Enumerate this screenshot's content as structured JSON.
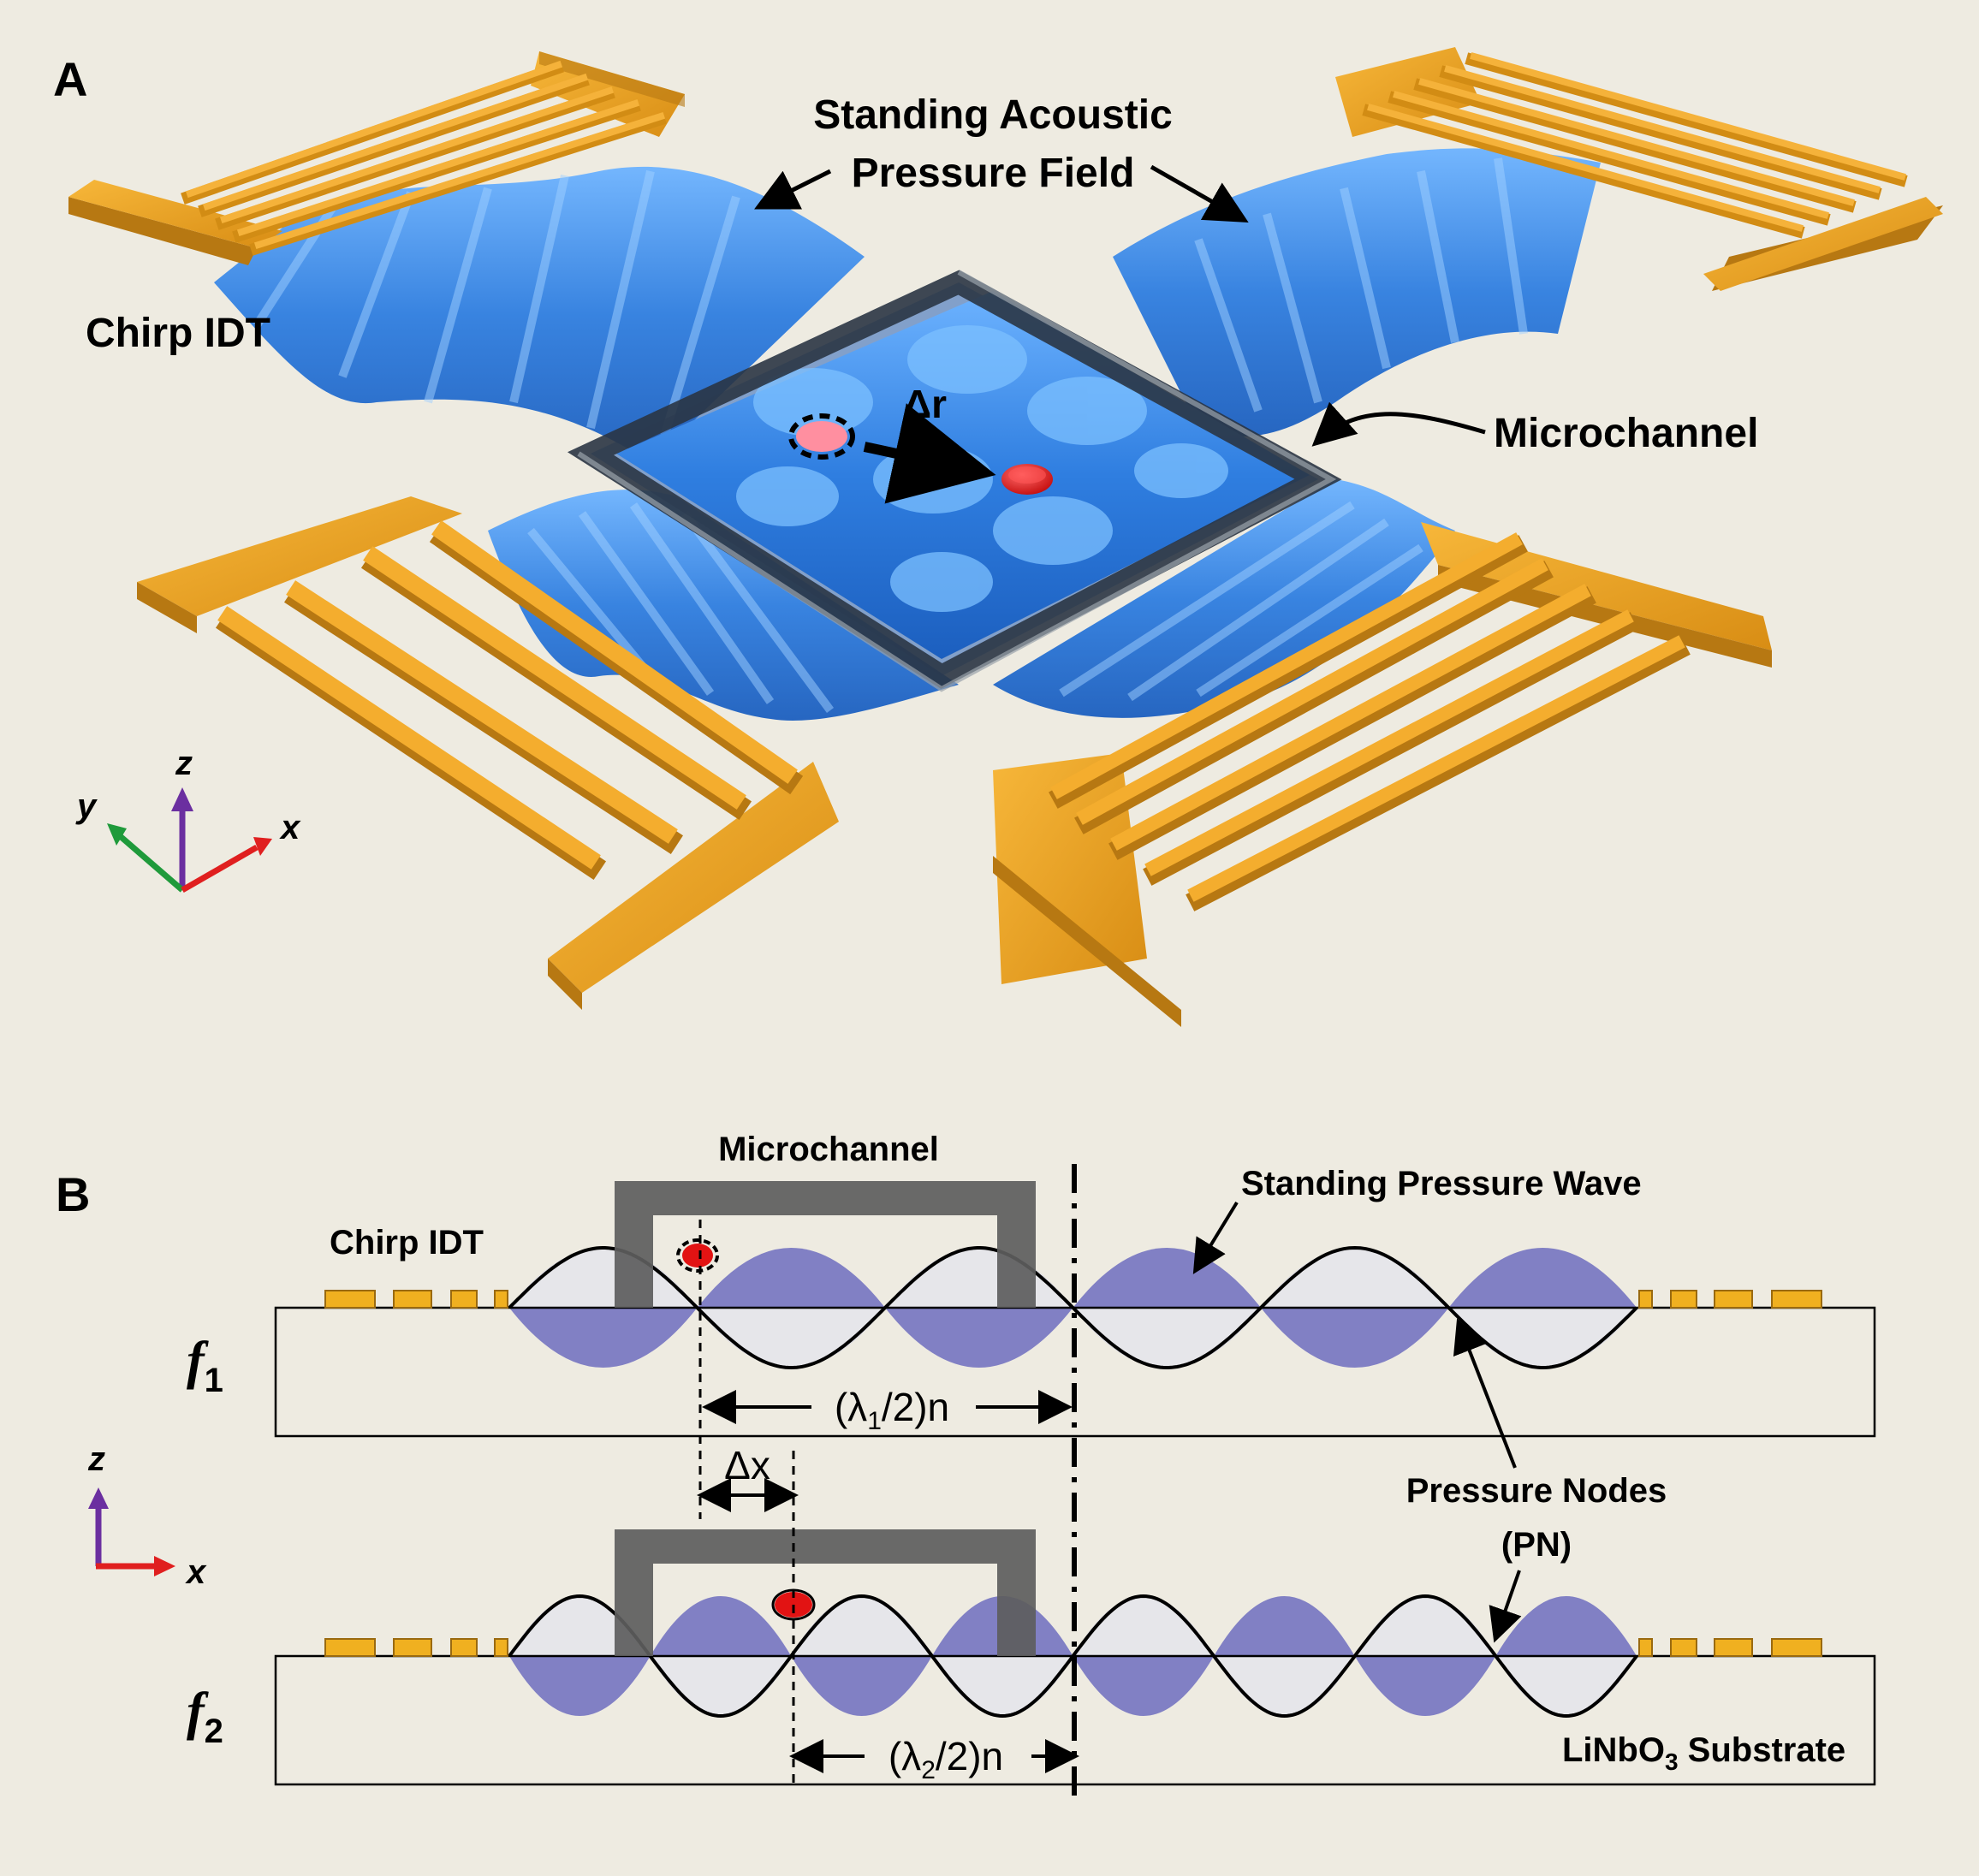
{
  "panel_a": {
    "letter": "A",
    "standing_field": [
      "Standing Acoustic",
      "Pressure Field"
    ],
    "chirp_idt": "Chirp IDT",
    "microchannel": "Microchannel",
    "delta_r": "Δr",
    "axes": {
      "x": "x",
      "y": "y",
      "z": "z"
    }
  },
  "panel_b": {
    "letter": "B",
    "microchannel": "Microchannel",
    "chirp_idt": "Chirp IDT",
    "standing_wave": "Standing Pressure Wave",
    "f1": {
      "base": "f",
      "sub": "1"
    },
    "f2": {
      "base": "f",
      "sub": "2"
    },
    "lambda1": {
      "open": "(λ",
      "sub": "1",
      "close": "/2)n"
    },
    "lambda2": {
      "open": "(λ",
      "sub": "2",
      "close": "/2)n"
    },
    "delta_x": "Δx",
    "pressure_nodes": [
      "Pressure Nodes",
      "(PN)"
    ],
    "substrate": {
      "pre": "LiNbO",
      "sub": "3",
      "post": " Substrate"
    },
    "axes": {
      "x": "x",
      "z": "z"
    }
  },
  "colors": {
    "background": "#eeebe1",
    "electrode": "#f0a822",
    "electrode_dark": "#b77812",
    "wave_blue": "#3a86e6",
    "wave_purple": "#8180c4",
    "particle": "#dd1616",
    "channel": "#5d5d5d"
  }
}
